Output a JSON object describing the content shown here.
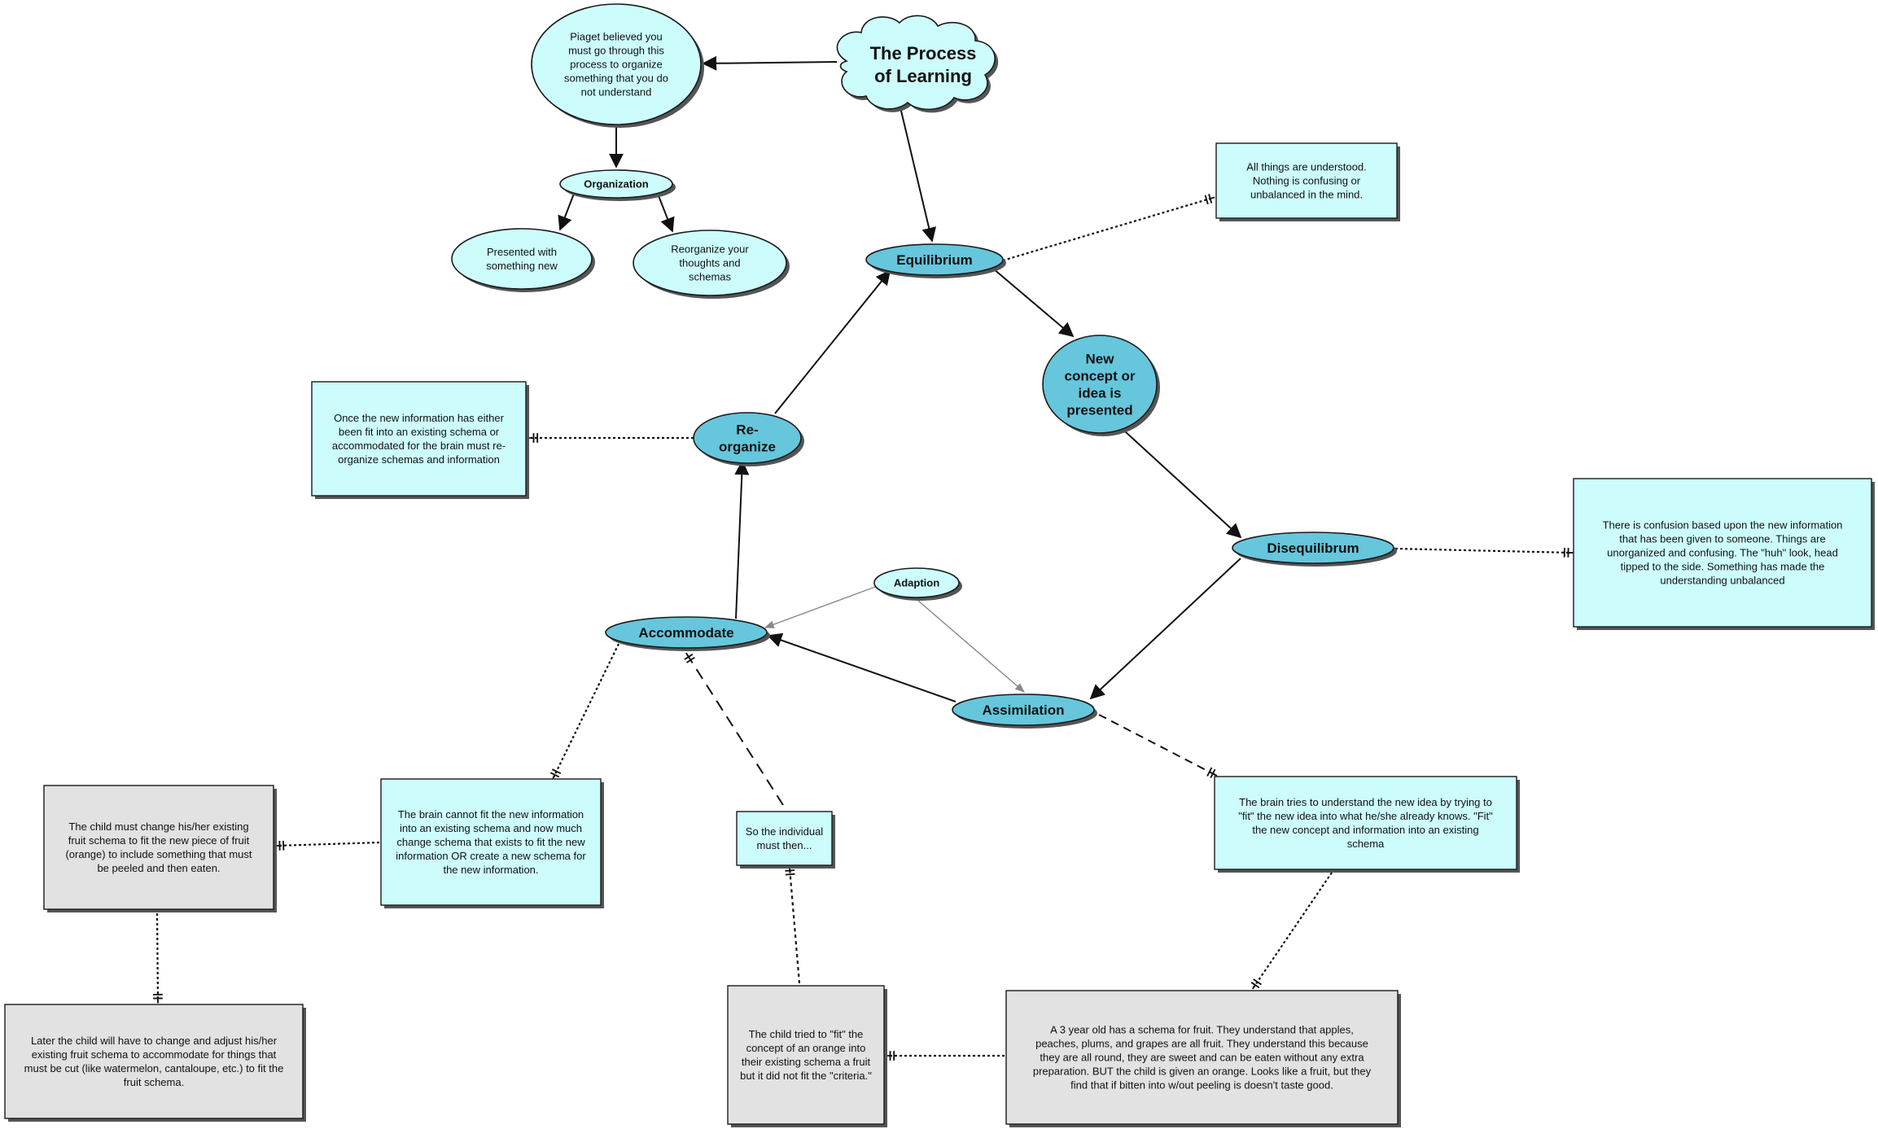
{
  "title": [
    "The Process",
    "of Learning"
  ],
  "ellipses": {
    "piaget": [
      "Piaget believed you",
      "must go through this",
      "process to organize",
      "something that you do",
      "not understand"
    ],
    "organization": [
      "Organization"
    ],
    "presented": [
      "Presented with",
      "something new"
    ],
    "reorganize_thoughts": [
      "Reorganize your",
      "thoughts and",
      "schemas"
    ],
    "equilibrium": [
      "Equilibrium"
    ],
    "new_concept": [
      "New",
      "concept or",
      "idea is",
      "presented"
    ],
    "disequilibrium": [
      "Disequilibrum"
    ],
    "reorganize": [
      "Re-",
      "organize"
    ],
    "adaption": [
      "Adaption"
    ],
    "accommodate": [
      "Accommodate"
    ],
    "assimilation": [
      "Assimilation"
    ]
  },
  "boxes": {
    "all_understood": [
      "All things are understood.",
      "Nothing is confusing or",
      "unbalanced in the mind."
    ],
    "once_new_info": [
      "Once the new information has either",
      "been fit into an existing schema or",
      "accommodated for the brain must re-",
      "organize schemas and information"
    ],
    "confusion": [
      "There is confusion based upon the new information",
      "that has been given to someone. Things are",
      "unorganized and confusing. The \"huh\" look, head",
      "tipped to the side. Something has made the",
      "understanding unbalanced"
    ],
    "brain_cannot_fit": [
      "The brain cannot fit the new information",
      "into an existing schema and now much",
      "change schema that exists to fit the new",
      "information OR create a new schema for",
      "the new information."
    ],
    "child_must_change": [
      "The child must change his/her existing",
      "fruit schema to fit the new piece of fruit",
      "(orange) to include something that must",
      "be peeled and then eaten."
    ],
    "individual_must": [
      "So the individual",
      "must then..."
    ],
    "brain_tries": [
      "The brain tries to understand the new idea by trying to",
      "\"fit\" the new idea into what he/she already knows. \"Fit\"",
      "the new concept and information into an existing",
      "schema"
    ],
    "later_child": [
      "Later the child will have to change and adjust his/her",
      "existing fruit schema to accommodate for things that",
      "must be cut (like watermelon, cantaloupe, etc.) to fit the",
      "fruit schema."
    ],
    "child_tried": [
      "The child tried to \"fit\" the",
      "concept of an orange into",
      "their existing schema a fruit",
      "but it did not fit the \"criteria.\""
    ],
    "three_year_old": [
      "A 3 year old has a schema for fruit. They understand that apples,",
      "peaches, plums, and grapes are all fruit. They understand this because",
      "they are all round, they are sweet and can be eaten without any extra",
      "preparation. BUT the child is given an orange. Looks like a fruit, but they",
      "find that if bitten into w/out peeling is doesn't taste good."
    ]
  },
  "colors": {
    "light_fill": "#ccfcfc",
    "dark_fill": "#66c6dc",
    "gray_fill": "#e2e2e2",
    "stroke": "#1a1a1a",
    "shadow": "#555555"
  }
}
